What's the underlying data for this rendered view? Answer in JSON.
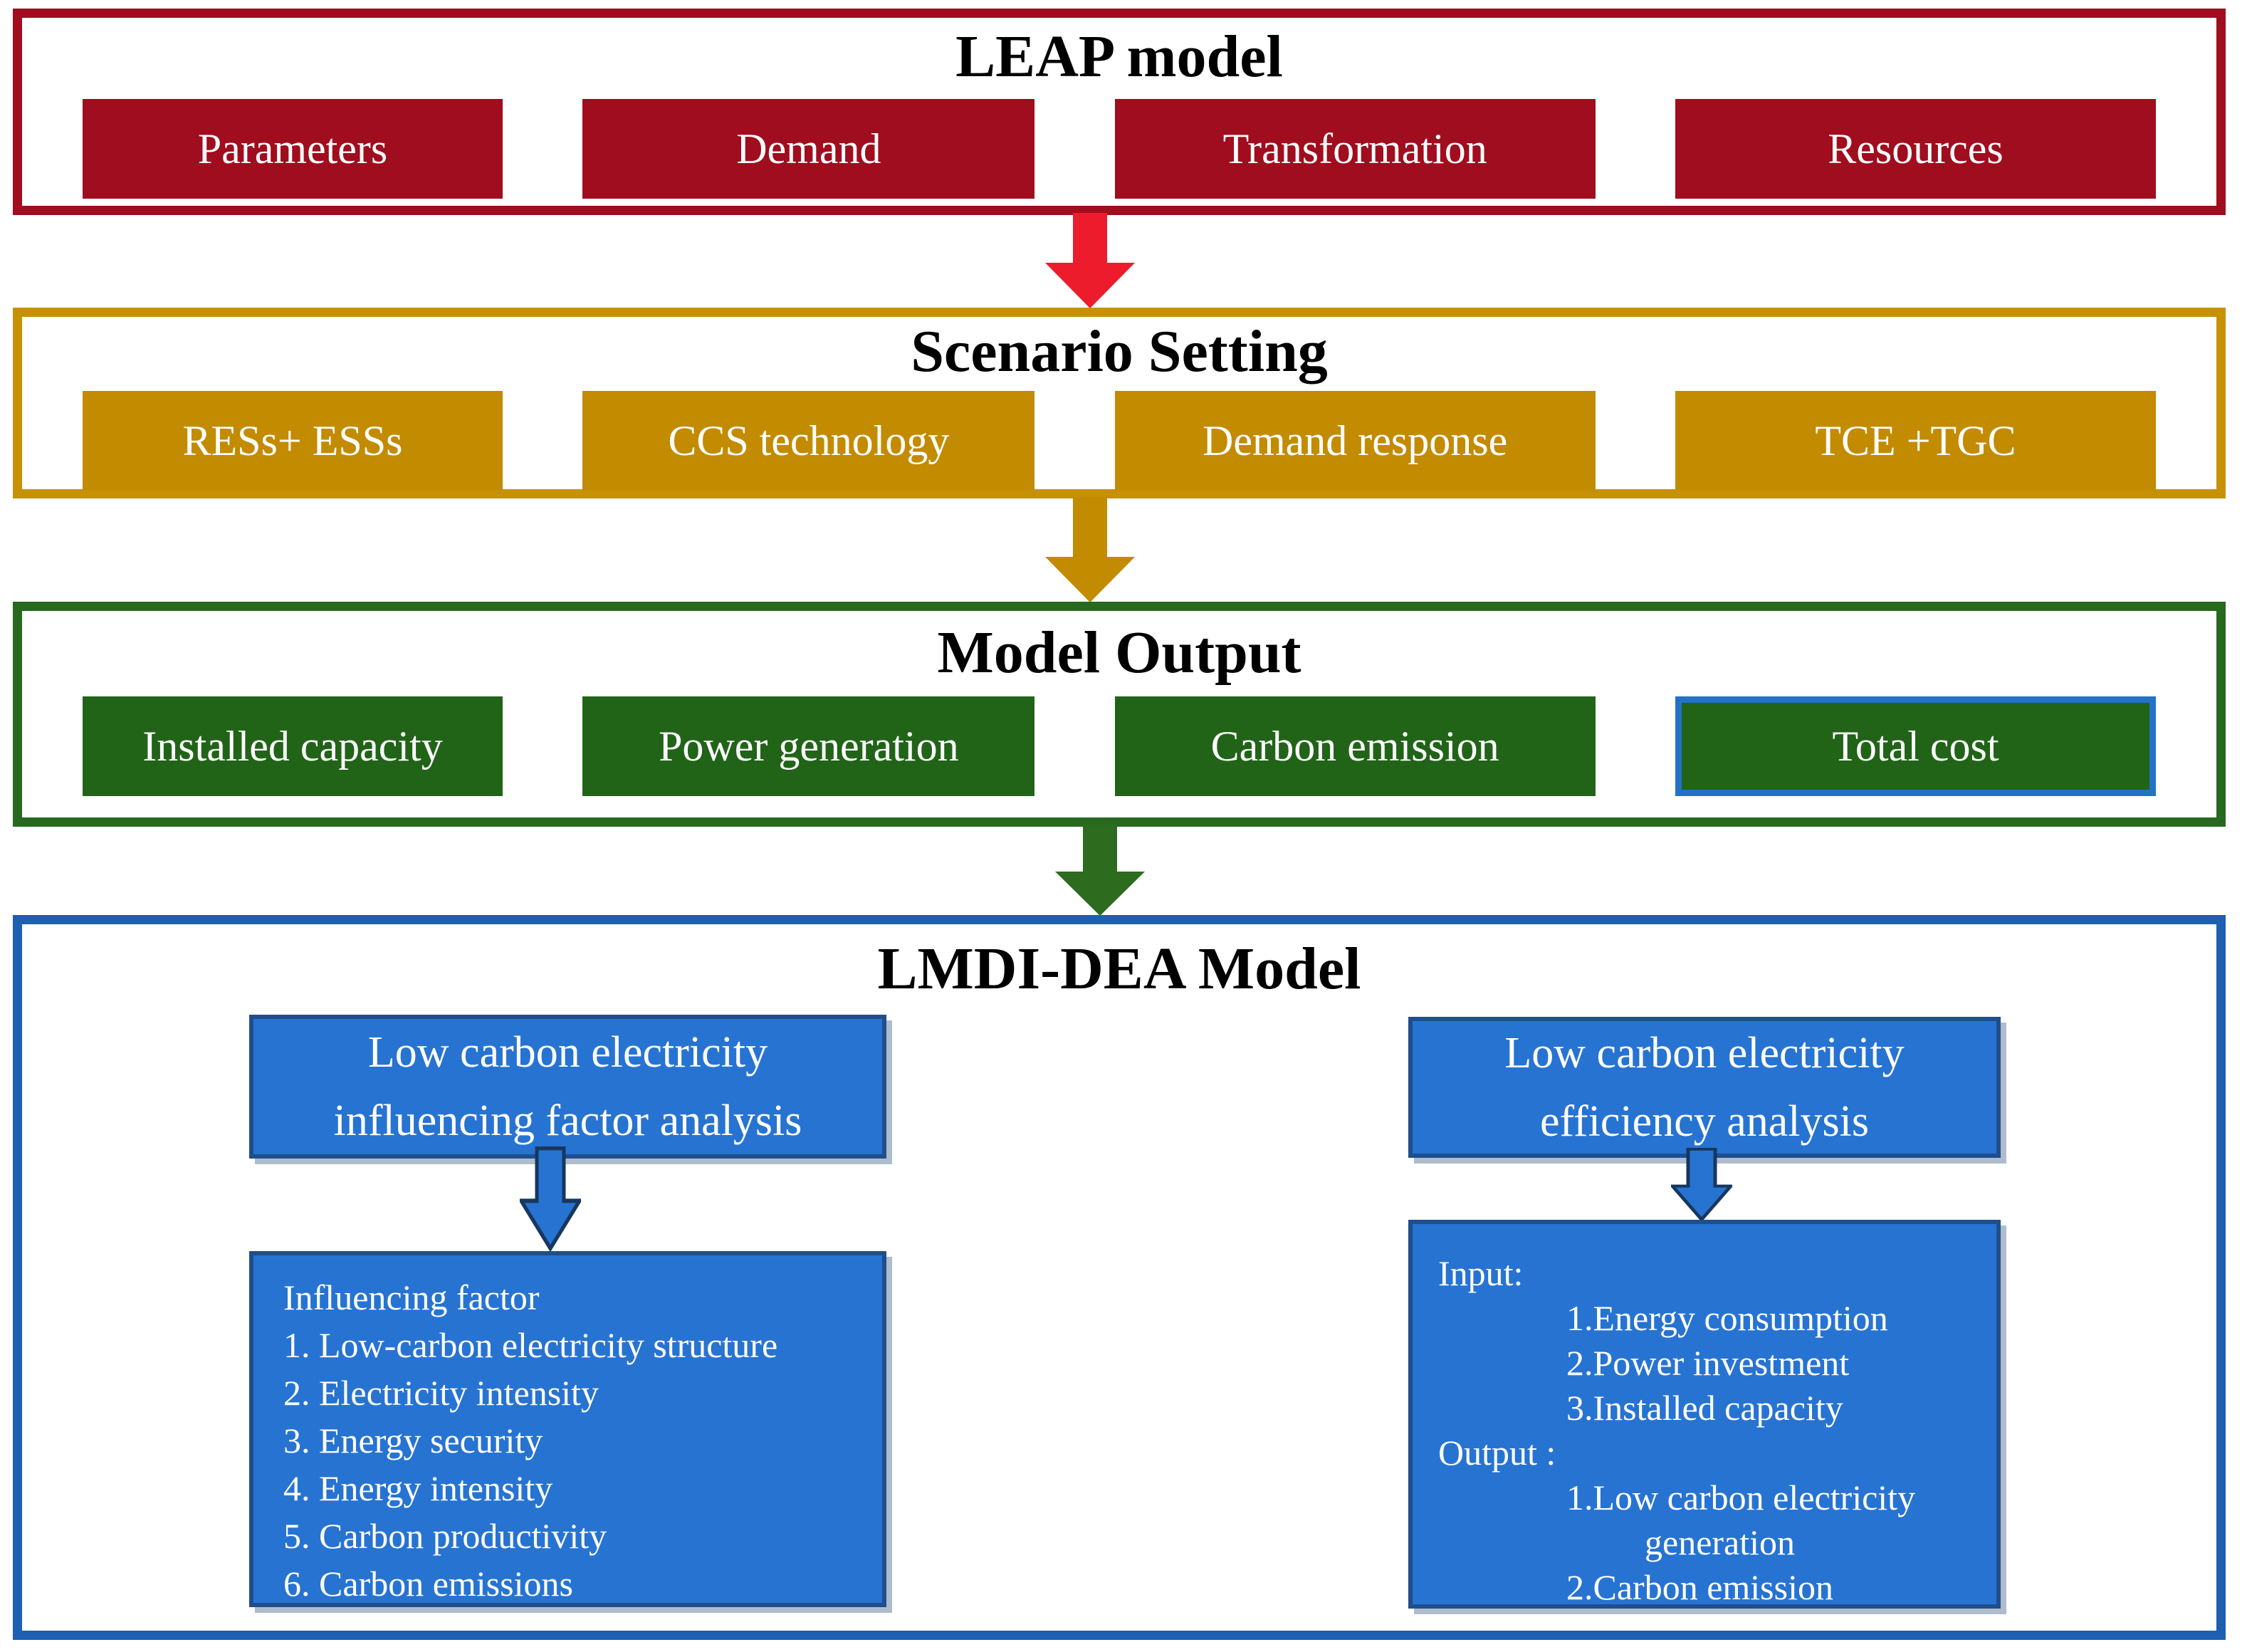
{
  "palette": {
    "leap_red": "#A00D1E",
    "red_arrow": "#EC1C2C",
    "scenario_gold": "#C38B00",
    "gold_border": "#C79104",
    "output_green": "#216418",
    "green_border": "#26691F",
    "green_arrow": "#2D6B1E",
    "lmdi_blue": "#2773D2",
    "lmdi_border_blue": "#1D5FB0",
    "blue_arrow_outline": "#17375E",
    "total_cost_border_blue": "#2272C8"
  },
  "sections": {
    "leap": {
      "title": "LEAP model",
      "boxes": [
        "Parameters",
        "Demand",
        "Transformation",
        "Resources"
      ]
    },
    "scenario": {
      "title": "Scenario Setting",
      "boxes": [
        "RESs+ ESSs",
        "CCS technology",
        "Demand response",
        "TCE +TGC"
      ]
    },
    "output": {
      "title": "Model Output",
      "boxes": [
        "Installed capacity",
        "Power generation",
        "Carbon emission",
        "Total cost"
      ]
    },
    "lmdi": {
      "title": "LMDI-DEA Model",
      "left": {
        "header_line1": "Low carbon electricity",
        "header_line2": "influencing factor analysis",
        "lines": [
          "Influencing factor",
          "1. Low-carbon electricity structure",
          "2. Electricity intensity",
          "3. Energy security",
          "4. Energy intensity",
          "5. Carbon productivity",
          "6. Carbon emissions"
        ]
      },
      "right": {
        "header_line1": "Low carbon electricity",
        "header_line2": "efficiency analysis",
        "lines": [
          "Input:",
          "1.Energy consumption",
          "2.Power investment",
          "3.Installed capacity",
          "Output :",
          "1.Low carbon electricity",
          "generation",
          "2.Carbon emission"
        ]
      }
    }
  }
}
